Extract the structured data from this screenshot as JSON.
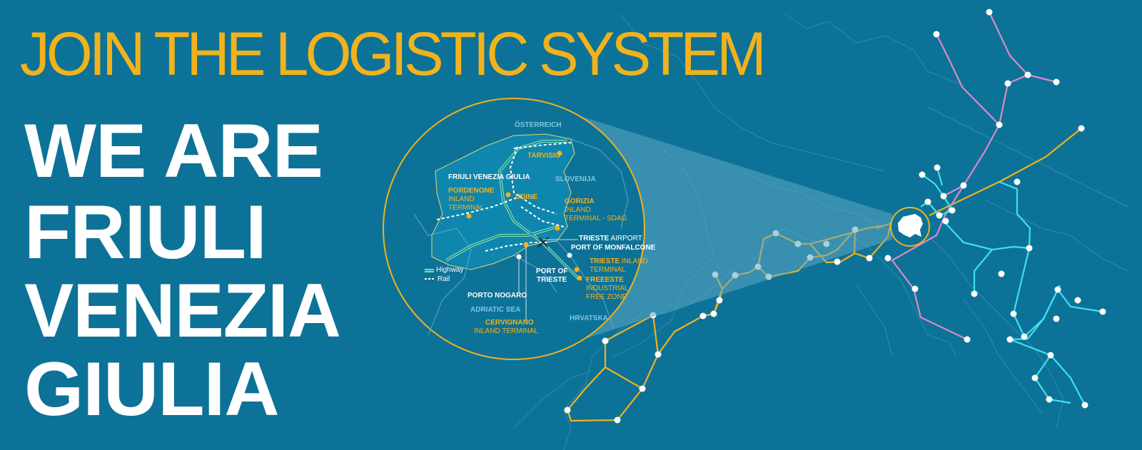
{
  "headline": "JOIN THE LOGISTIC SYSTEM",
  "title_lines": [
    "WE ARE",
    "FRIULI",
    "VENEZIA",
    "GIULIA"
  ],
  "inset_map": {
    "countries": {
      "austria": "ÖSTERREICH",
      "slovenia": "SLOVENIJA",
      "croatia": "HRVATSKA"
    },
    "region_name": "FRIULI VENEZIA GIULIA",
    "sea": "ADRIATIC SEA",
    "places": {
      "tarvisio": "TARVISIO",
      "udine": "UDINE",
      "pordenone": {
        "name": "PORDENONE",
        "line1": "INLAND",
        "line2": "TERMINAL"
      },
      "gorizia": {
        "name": "GORIZIA",
        "line1": "INLAND",
        "line2": "TERMINAL - SDAG"
      },
      "trieste_airport": {
        "name": "TRIESTE",
        "suffix": "AIRPORT"
      },
      "port_monfalcone": "PORT OF MONFALCONE",
      "trieste_inland": {
        "name": "TRIESTE",
        "suffix": "INLAND",
        "line2": "TERMINAL"
      },
      "port_trieste": {
        "line1": "PORT OF",
        "line2": "TRIESTE"
      },
      "freeeste": {
        "name": "FREEESTE",
        "line1": "INDUSTRIAL",
        "line2": "FREE ZONE"
      },
      "porto_nogaro": "PORTO NOGARO",
      "cervignano": {
        "name": "CERVIGNANO",
        "line1": "INLAND TERMINAL"
      }
    },
    "legend": {
      "highway": "Highway",
      "rail": "Rail"
    }
  },
  "colors": {
    "background": "#0d7297",
    "headline": "#f2b21b",
    "title": "#ffffff",
    "corridor_yellow": "#f2b21b",
    "corridor_pink": "#d98ac9",
    "corridor_cyan": "#3fe0ec",
    "country_label": "#7cc7e3",
    "highway": "#7ee0b0"
  }
}
